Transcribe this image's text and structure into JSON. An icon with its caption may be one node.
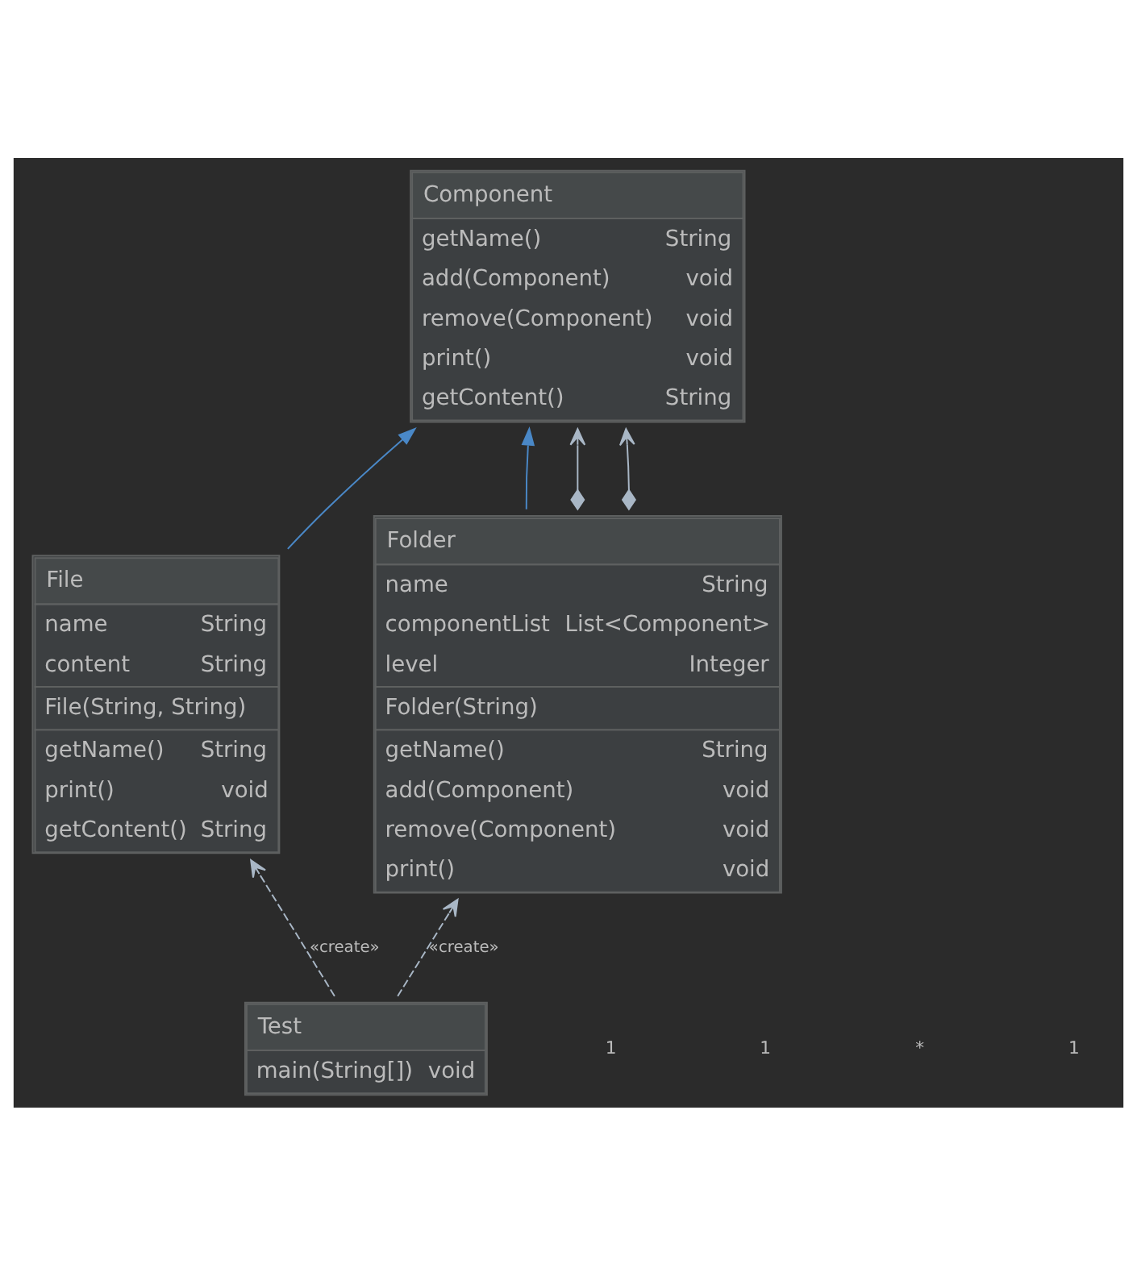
{
  "diagram": {
    "nodes": [
      {
        "text": [
          "Component",
          "getName()",
          "String",
          "add(Component)",
          "void",
          "remove(Component)",
          "void",
          "print()",
          "void",
          "getContent()",
          "String"
        ]
      },
      {
        "text": [
          "File",
          "name",
          "String",
          "content",
          "String",
          "File(String, String)",
          "getName()",
          "String",
          "print()",
          "void",
          "getContent()",
          "String"
        ]
      },
      {
        "text": [
          "Folder",
          "name",
          "String",
          "componentList",
          "List<Component>",
          "level",
          "Integer",
          "Folder(String)",
          "getName()",
          "String",
          "add(Component)",
          "void",
          "remove(Component)",
          "void",
          "print()",
          "void"
        ]
      },
      {
        "text": [
          "Test",
          "main(String[])",
          "void"
        ]
      }
    ],
    "edges": [
      {
        "from": 1,
        "to": 0,
        "arrow": "to",
        "color": "#4a88c7"
      },
      {
        "from": 2,
        "to": 0,
        "arrow": "to",
        "color": "#4a88c7"
      },
      {
        "from": 2,
        "to": 0,
        "arrow": "to"
      },
      {
        "from": 2,
        "to": 0,
        "arrow": "to"
      },
      {
        "from": 3,
        "to": 1,
        "arrow": "to",
        "style": "dashed",
        "label": "«create»"
      },
      {
        "from": 3,
        "to": 2,
        "arrow": "to",
        "style": "dashed",
        "label": "«create»"
      }
    ],
    "labels": [
      "1",
      "1",
      "*",
      "1"
    ]
  }
}
